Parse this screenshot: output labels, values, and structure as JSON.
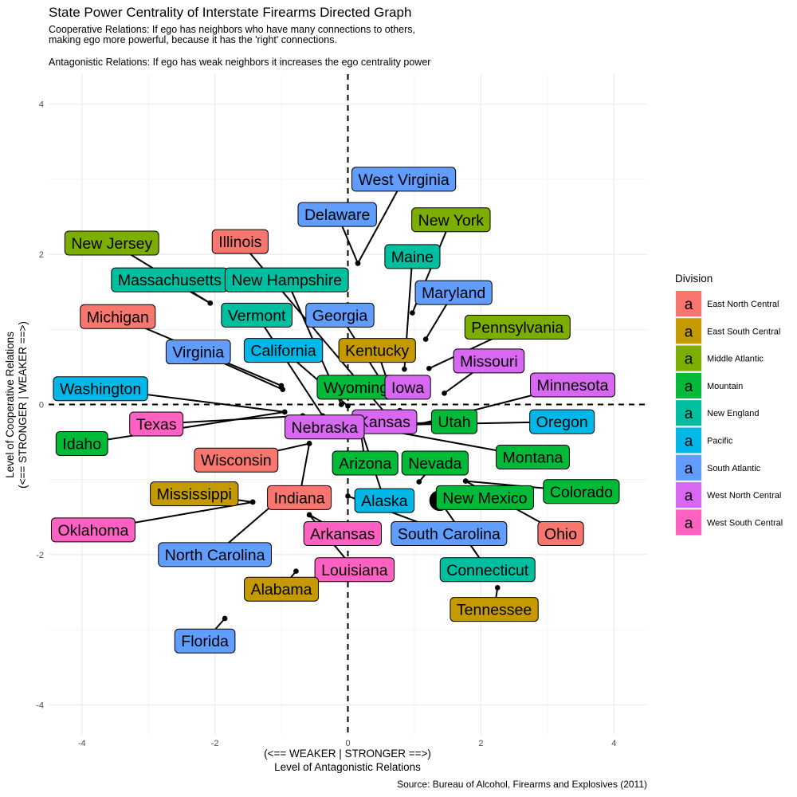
{
  "chart_data": {
    "type": "scatter",
    "title": "State Power Centrality of Interstate Firearms Directed Graph",
    "subtitle_lines": [
      "Cooperative Relations: If ego has neighbors who have many connections to others,",
      "making ego more powerful, because it has the 'right' connections.",
      "",
      "Antagonistic Relations: If ego has weak neighbors it increases the ego centrality power"
    ],
    "xlabel_lines": [
      "(<== WEAKER | STRONGER ==>)",
      "Level of Antagonistic Relations"
    ],
    "ylabel_lines": [
      "Level of Cooperative Relations",
      "(<== STRONGER | WEAKER ==>)"
    ],
    "caption": "Source: Bureau of Alcohol, Firearms and Explosives (2011)",
    "xlim": [
      -4.5,
      4.5
    ],
    "ylim": [
      -4.4,
      4.4
    ],
    "x_ticks": [
      -4,
      -2,
      0,
      2,
      4
    ],
    "y_ticks": [
      -4,
      -2,
      0,
      2,
      4
    ],
    "x_tick_labels": [
      "-4",
      "-2",
      "0",
      "2",
      "4"
    ],
    "y_tick_labels": [
      "-4",
      "-2",
      "0",
      "2",
      "4"
    ],
    "grid": true,
    "reference_lines": {
      "x": 0,
      "y": 0,
      "style": "dashed"
    },
    "legend": {
      "title": "Division",
      "position": "right",
      "key_glyph": "a",
      "items": [
        {
          "name": "East North Central",
          "color": "#F8766D"
        },
        {
          "name": "East South Central",
          "color": "#C49A00"
        },
        {
          "name": "Middle Atlantic",
          "color": "#7CAE00"
        },
        {
          "name": "Mountain",
          "color": "#00BA38"
        },
        {
          "name": "New England",
          "color": "#00BFA0"
        },
        {
          "name": "Pacific",
          "color": "#00B8E7"
        },
        {
          "name": "South Atlantic",
          "color": "#619CFF"
        },
        {
          "name": "West North Central",
          "color": "#D867F1"
        },
        {
          "name": "West South Central",
          "color": "#FF61C3"
        }
      ]
    },
    "points": [
      {
        "state": "West Virginia",
        "division": "South Atlantic",
        "x": 0.15,
        "y": 1.88,
        "label_x": 0.84,
        "label_y": 3.0
      },
      {
        "state": "Delaware",
        "division": "South Atlantic",
        "x": 0.15,
        "y": 1.88,
        "label_x": -0.16,
        "label_y": 2.53
      },
      {
        "state": "New York",
        "division": "Middle Atlantic",
        "x": 0.97,
        "y": 1.22,
        "label_x": 1.55,
        "label_y": 2.46
      },
      {
        "state": "New Jersey",
        "division": "Middle Atlantic",
        "x": -2.07,
        "y": 1.35,
        "label_x": -3.55,
        "label_y": 2.15
      },
      {
        "state": "Illinois",
        "division": "East North Central",
        "x": 0.72,
        "y": -0.28,
        "label_x": -1.62,
        "label_y": 2.17
      },
      {
        "state": "Maine",
        "division": "New England",
        "x": 0.85,
        "y": 0.47,
        "label_x": 0.97,
        "label_y": 1.97
      },
      {
        "state": "Massachusetts",
        "division": "New England",
        "x": -2.07,
        "y": 1.35,
        "label_x": -2.68,
        "label_y": 1.66
      },
      {
        "state": "New Hampshire",
        "division": "New England",
        "x": -0.1,
        "y": 0.0,
        "label_x": -0.92,
        "label_y": 1.66
      },
      {
        "state": "Maryland",
        "division": "South Atlantic",
        "x": 1.17,
        "y": 0.87,
        "label_x": 1.59,
        "label_y": 1.49
      },
      {
        "state": "Michigan",
        "division": "East North Central",
        "x": -1.0,
        "y": 0.25,
        "label_x": -3.46,
        "label_y": 1.17
      },
      {
        "state": "Vermont",
        "division": "New England",
        "x": -0.38,
        "y": -0.15,
        "label_x": -1.37,
        "label_y": 1.19
      },
      {
        "state": "Georgia",
        "division": "South Atlantic",
        "x": 0.62,
        "y": 0.15,
        "label_x": -0.12,
        "label_y": 1.19
      },
      {
        "state": "Pennsylvania",
        "division": "Middle Atlantic",
        "x": 1.22,
        "y": 0.48,
        "label_x": 2.55,
        "label_y": 1.03
      },
      {
        "state": "Virginia",
        "division": "South Atlantic",
        "x": -0.98,
        "y": 0.2,
        "label_x": -2.25,
        "label_y": 0.7
      },
      {
        "state": "California",
        "division": "Pacific",
        "x": 0.0,
        "y": -0.02,
        "label_x": -0.97,
        "label_y": 0.72
      },
      {
        "state": "Kentucky",
        "division": "East South Central",
        "x": 0.6,
        "y": 0.3,
        "label_x": 0.44,
        "label_y": 0.72
      },
      {
        "state": "Missouri",
        "division": "West North Central",
        "x": 1.45,
        "y": 0.15,
        "label_x": 2.12,
        "label_y": 0.58
      },
      {
        "state": "Wyoming",
        "division": "Mountain",
        "x": 0.6,
        "y": 0.1,
        "label_x": 0.12,
        "label_y": 0.23
      },
      {
        "state": "Iowa",
        "division": "West North Central",
        "x": 0.6,
        "y": 0.1,
        "label_x": 0.9,
        "label_y": 0.23
      },
      {
        "state": "Minnesota",
        "division": "West North Central",
        "x": 0.77,
        "y": -0.33,
        "label_x": 3.38,
        "label_y": 0.26
      },
      {
        "state": "Washington",
        "division": "Pacific",
        "x": -0.95,
        "y": -0.1,
        "label_x": -3.72,
        "label_y": 0.21
      },
      {
        "state": "Texas",
        "division": "West South Central",
        "x": -0.68,
        "y": -0.15,
        "label_x": -2.88,
        "label_y": -0.26
      },
      {
        "state": "Kansas",
        "division": "West North Central",
        "x": 0.78,
        "y": -0.08,
        "label_x": 0.55,
        "label_y": -0.23
      },
      {
        "state": "Utah",
        "division": "Mountain",
        "x": 0.18,
        "y": -0.28,
        "label_x": 1.6,
        "label_y": -0.23
      },
      {
        "state": "Oregon",
        "division": "Pacific",
        "x": 0.18,
        "y": -0.28,
        "label_x": 3.22,
        "label_y": -0.23
      },
      {
        "state": "Nebraska",
        "division": "West North Central",
        "x": 0.18,
        "y": -0.13,
        "label_x": -0.35,
        "label_y": -0.3
      },
      {
        "state": "Idaho",
        "division": "Mountain",
        "x": -0.95,
        "y": -0.1,
        "label_x": -4.0,
        "label_y": -0.52
      },
      {
        "state": "Montana",
        "division": "Mountain",
        "x": 0.18,
        "y": -0.28,
        "label_x": 2.78,
        "label_y": -0.7
      },
      {
        "state": "Wisconsin",
        "division": "East North Central",
        "x": -0.58,
        "y": -0.52,
        "label_x": -1.68,
        "label_y": -0.74
      },
      {
        "state": "Arizona",
        "division": "Mountain",
        "x": 0.18,
        "y": -0.28,
        "label_x": 0.26,
        "label_y": -0.78
      },
      {
        "state": "Nevada",
        "division": "Mountain",
        "x": 1.07,
        "y": -1.03,
        "label_x": 1.31,
        "label_y": -0.78
      },
      {
        "state": "Colorado",
        "division": "Mountain",
        "x": 1.77,
        "y": -1.02,
        "label_x": 3.51,
        "label_y": -1.16
      },
      {
        "state": "Mississippi",
        "division": "East South Central",
        "x": -1.43,
        "y": -1.3,
        "label_x": -2.31,
        "label_y": -1.19
      },
      {
        "state": "Indiana",
        "division": "East North Central",
        "x": -0.58,
        "y": -0.52,
        "label_x": -0.73,
        "label_y": -1.24
      },
      {
        "state": "Alaska",
        "division": "Pacific",
        "x": 0.18,
        "y": -0.28,
        "label_x": 0.55,
        "label_y": -1.28
      },
      {
        "state": "New Mexico",
        "division": "Mountain",
        "x": 1.38,
        "y": -1.28,
        "label_x": 2.06,
        "label_y": -1.24
      },
      {
        "state": "Oklahoma",
        "division": "West South Central",
        "x": -1.43,
        "y": -1.3,
        "label_x": -3.83,
        "label_y": -1.67
      },
      {
        "state": "Arkansas",
        "division": "West South Central",
        "x": -0.58,
        "y": -1.47,
        "label_x": -0.08,
        "label_y": -1.72
      },
      {
        "state": "South Carolina",
        "division": "South Atlantic",
        "x": 0.0,
        "y": -1.22,
        "label_x": 1.52,
        "label_y": -1.72
      },
      {
        "state": "Ohio",
        "division": "East North Central",
        "x": 1.77,
        "y": -1.02,
        "label_x": 3.2,
        "label_y": -1.72
      },
      {
        "state": "North Carolina",
        "division": "South Atlantic",
        "x": -1.12,
        "y": -1.33,
        "label_x": -2.0,
        "label_y": -2.0
      },
      {
        "state": "Louisiana",
        "division": "West South Central",
        "x": -0.58,
        "y": -1.47,
        "label_x": 0.1,
        "label_y": -2.2
      },
      {
        "state": "Connecticut",
        "division": "New England",
        "x": 1.38,
        "y": -1.28,
        "label_x": 2.1,
        "label_y": -2.2
      },
      {
        "state": "Alabama",
        "division": "East South Central",
        "x": -0.78,
        "y": -2.22,
        "label_x": -1.0,
        "label_y": -2.46
      },
      {
        "state": "Tennessee",
        "division": "East South Central",
        "x": 2.25,
        "y": -2.44,
        "label_x": 2.2,
        "label_y": -2.73
      },
      {
        "state": "Florida",
        "division": "South Atlantic",
        "x": -1.85,
        "y": -2.85,
        "label_x": -2.15,
        "label_y": -3.15
      }
    ],
    "highlight_point": {
      "x": 1.38,
      "y": -1.28
    }
  }
}
